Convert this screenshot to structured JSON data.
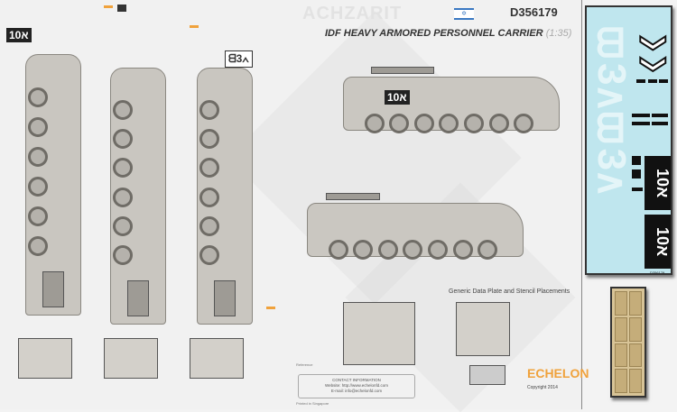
{
  "header": {
    "brand": "ACHZARIT",
    "product_code": "D356179",
    "title": "IDF HEAVY ARMORED PERSONNEL CARRIER",
    "scale": "(1:35)",
    "flag_icon": "israel-flag-icon"
  },
  "vehicle_markings": {
    "number": "א10",
    "code": "ᗺ3∧"
  },
  "section_title": "Generic Data Plate and Stencil Placements",
  "contact": {
    "heading": "CONTACT INFORMATION",
    "website": "Website: http://www.echelonfd.com",
    "email": "E-mail: info@echelonfd.com"
  },
  "notes": {
    "reference": "Reference",
    "printed": "Printed in Singapore"
  },
  "logo": {
    "text": "ECHELON",
    "copyright": "Copyright 2014"
  },
  "decal_sheet": {
    "number_marking": "א10",
    "sheet_code": "D356179",
    "background": "#bfe6ee"
  },
  "colors": {
    "vehicle": "#c9c6c0",
    "accent": "#f0a23c",
    "sheet": "#f1f1f1"
  }
}
